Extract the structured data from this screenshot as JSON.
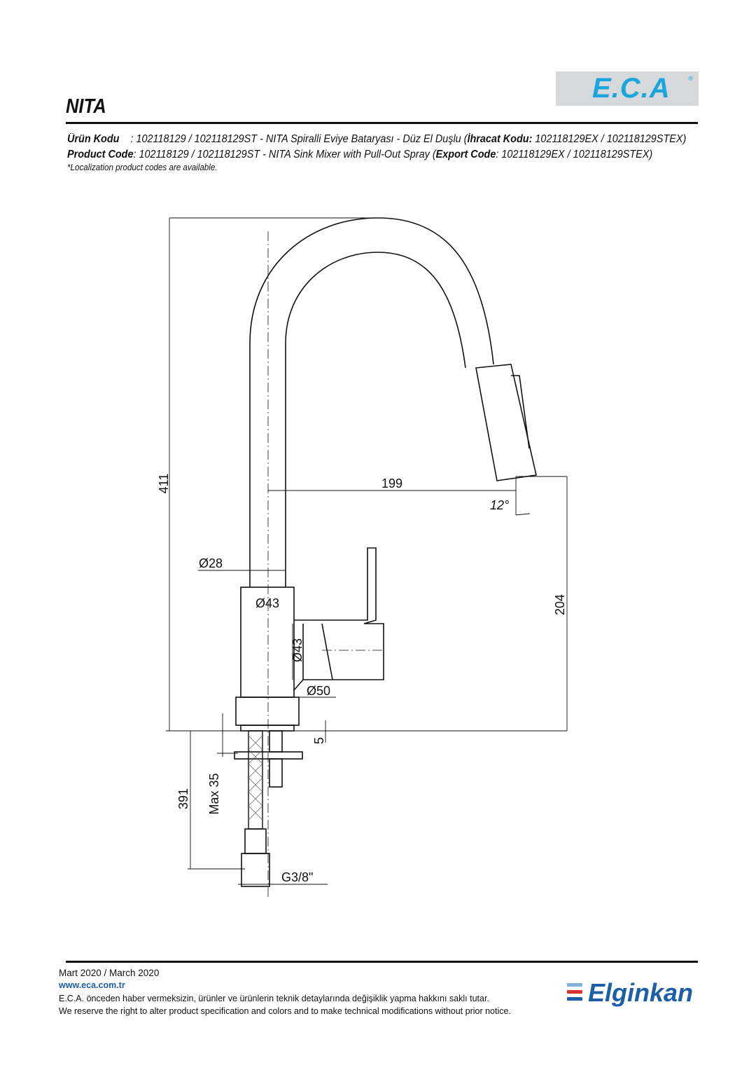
{
  "header": {
    "title": "NITA",
    "logo_text": "E.C.A",
    "logo_mark": "®",
    "line_tr_label": "Ürün Kodu",
    "line_tr_text": "    : 102118129 / 102118129ST - NITA Spiralli Eviye Bataryası - Düz El Duşlu (",
    "line_tr_export_label": "İhracat Kodu:",
    "line_tr_export_text": " 102118129EX / 102118129STEX)",
    "line_en_label": "Product Code",
    "line_en_text": ": 102118129 / 102118129ST - NITA Sink Mixer with Pull-Out Spray (",
    "line_en_export_label": "Export Code",
    "line_en_export_text": ": 102118129EX / 102118129STEX)",
    "note": "*Localization product codes are available."
  },
  "drawing": {
    "dim_total_height": "411",
    "dim_reach": "199",
    "dim_angle": "12°",
    "dim_spout_dia": "Ø28",
    "dim_body_dia": "Ø43",
    "dim_lever_dia": "Ø43",
    "dim_base_dia": "Ø50",
    "dim_spout_height": "204",
    "dim_flange": "5",
    "dim_max_thickness": "Max 35",
    "dim_hose_length": "391",
    "dim_thread": "G3/8\""
  },
  "footer": {
    "date": "Mart 2020 / March 2020",
    "website": "www.eca.com.tr",
    "disclaimer_tr": "E.C.A. önceden haber vermeksizin, ürünler ve ürünlerin teknik detaylarında değişiklik yapma hakkını saklı tutar.",
    "disclaimer_en": "We reserve the right to alter product specification and colors and to make technical modifications without prior notice.",
    "brand": "Elginkan",
    "brand_colors": [
      "#7fb3d9",
      "#d9302c",
      "#1c5ea8"
    ]
  }
}
